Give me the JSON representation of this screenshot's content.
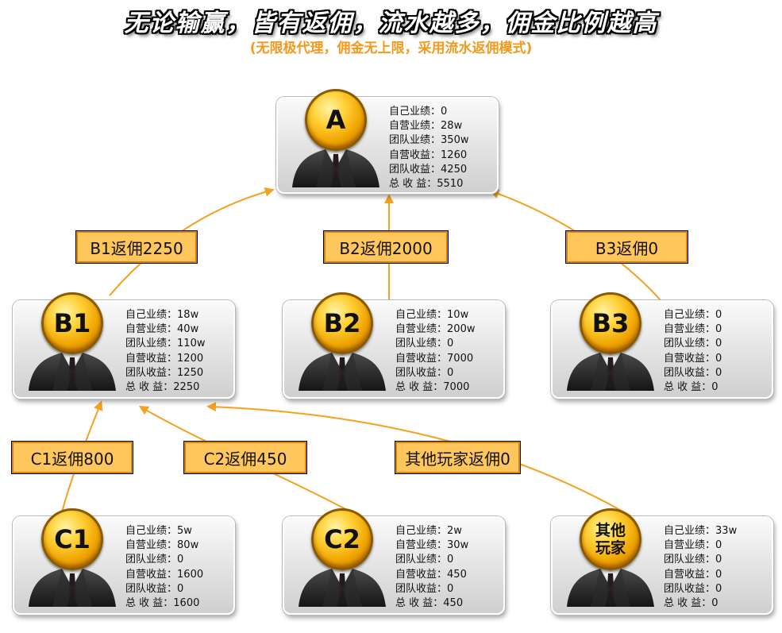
{
  "header": {
    "title": "无论输赢，皆有返佣，流水越多，佣金比例越高",
    "subtitle": "(无限极代理，佣金无上限，采用流水返佣模式)"
  },
  "stat_labels": [
    "自己业绩",
    "自营业绩",
    "团队业绩",
    "自营收益",
    "团队收益",
    "总 收 益"
  ],
  "nodes": {
    "A": {
      "name": "A",
      "values": [
        "0",
        "28w",
        "350w",
        "1260",
        "4250",
        "5510"
      ]
    },
    "B1": {
      "name": "B1",
      "values": [
        "18w",
        "40w",
        "110w",
        "1200",
        "1250",
        "2250"
      ]
    },
    "B2": {
      "name": "B2",
      "values": [
        "10w",
        "200w",
        "0",
        "7000",
        "0",
        "7000"
      ]
    },
    "B3": {
      "name": "B3",
      "values": [
        "0",
        "0",
        "0",
        "0",
        "0",
        "0"
      ]
    },
    "C1": {
      "name": "C1",
      "values": [
        "5w",
        "80w",
        "0",
        "1600",
        "0",
        "1600"
      ]
    },
    "C2": {
      "name": "C2",
      "values": [
        "2w",
        "30w",
        "0",
        "450",
        "0",
        "450"
      ]
    },
    "O": {
      "name": "其他玩家",
      "values": [
        "33w",
        "0",
        "0",
        "0",
        "0",
        "0"
      ]
    }
  },
  "edges": {
    "B1": "B1返佣2250",
    "B2": "B2返佣2000",
    "B3": "B3返佣0",
    "C1": "C1返佣800",
    "C2": "C2返佣450",
    "O": "其他玩家返佣0"
  },
  "colors": {
    "arrow": "#f4a21d",
    "label_fill": "#ffc65c",
    "label_border": "#d9840f",
    "subtitle": "#f39a1e"
  }
}
